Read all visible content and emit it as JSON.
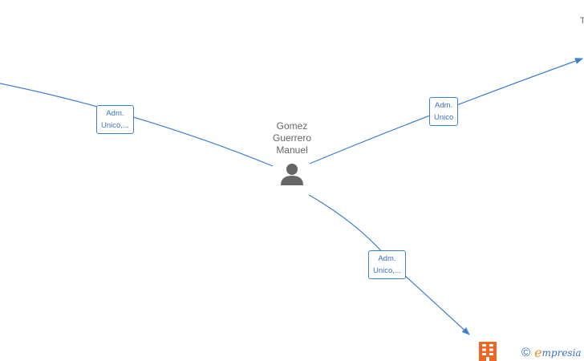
{
  "person": {
    "name_lines": [
      "Gomez",
      "Guerrero",
      "Manuel"
    ]
  },
  "edges": [
    {
      "label_lines": [
        "Adm.",
        "Unico,..."
      ]
    },
    {
      "label_lines": [
        "Adm.",
        "Unico"
      ]
    },
    {
      "label_lines": [
        "Adm.",
        "Unico,..."
      ]
    }
  ],
  "edge_color": "#3f7fd2",
  "offscreen_text": "T",
  "icons": {
    "person": "person-icon",
    "company": "building-icon"
  },
  "brand": {
    "copyright": "©",
    "logo_initial": "e",
    "logo_rest": "mpresia"
  }
}
